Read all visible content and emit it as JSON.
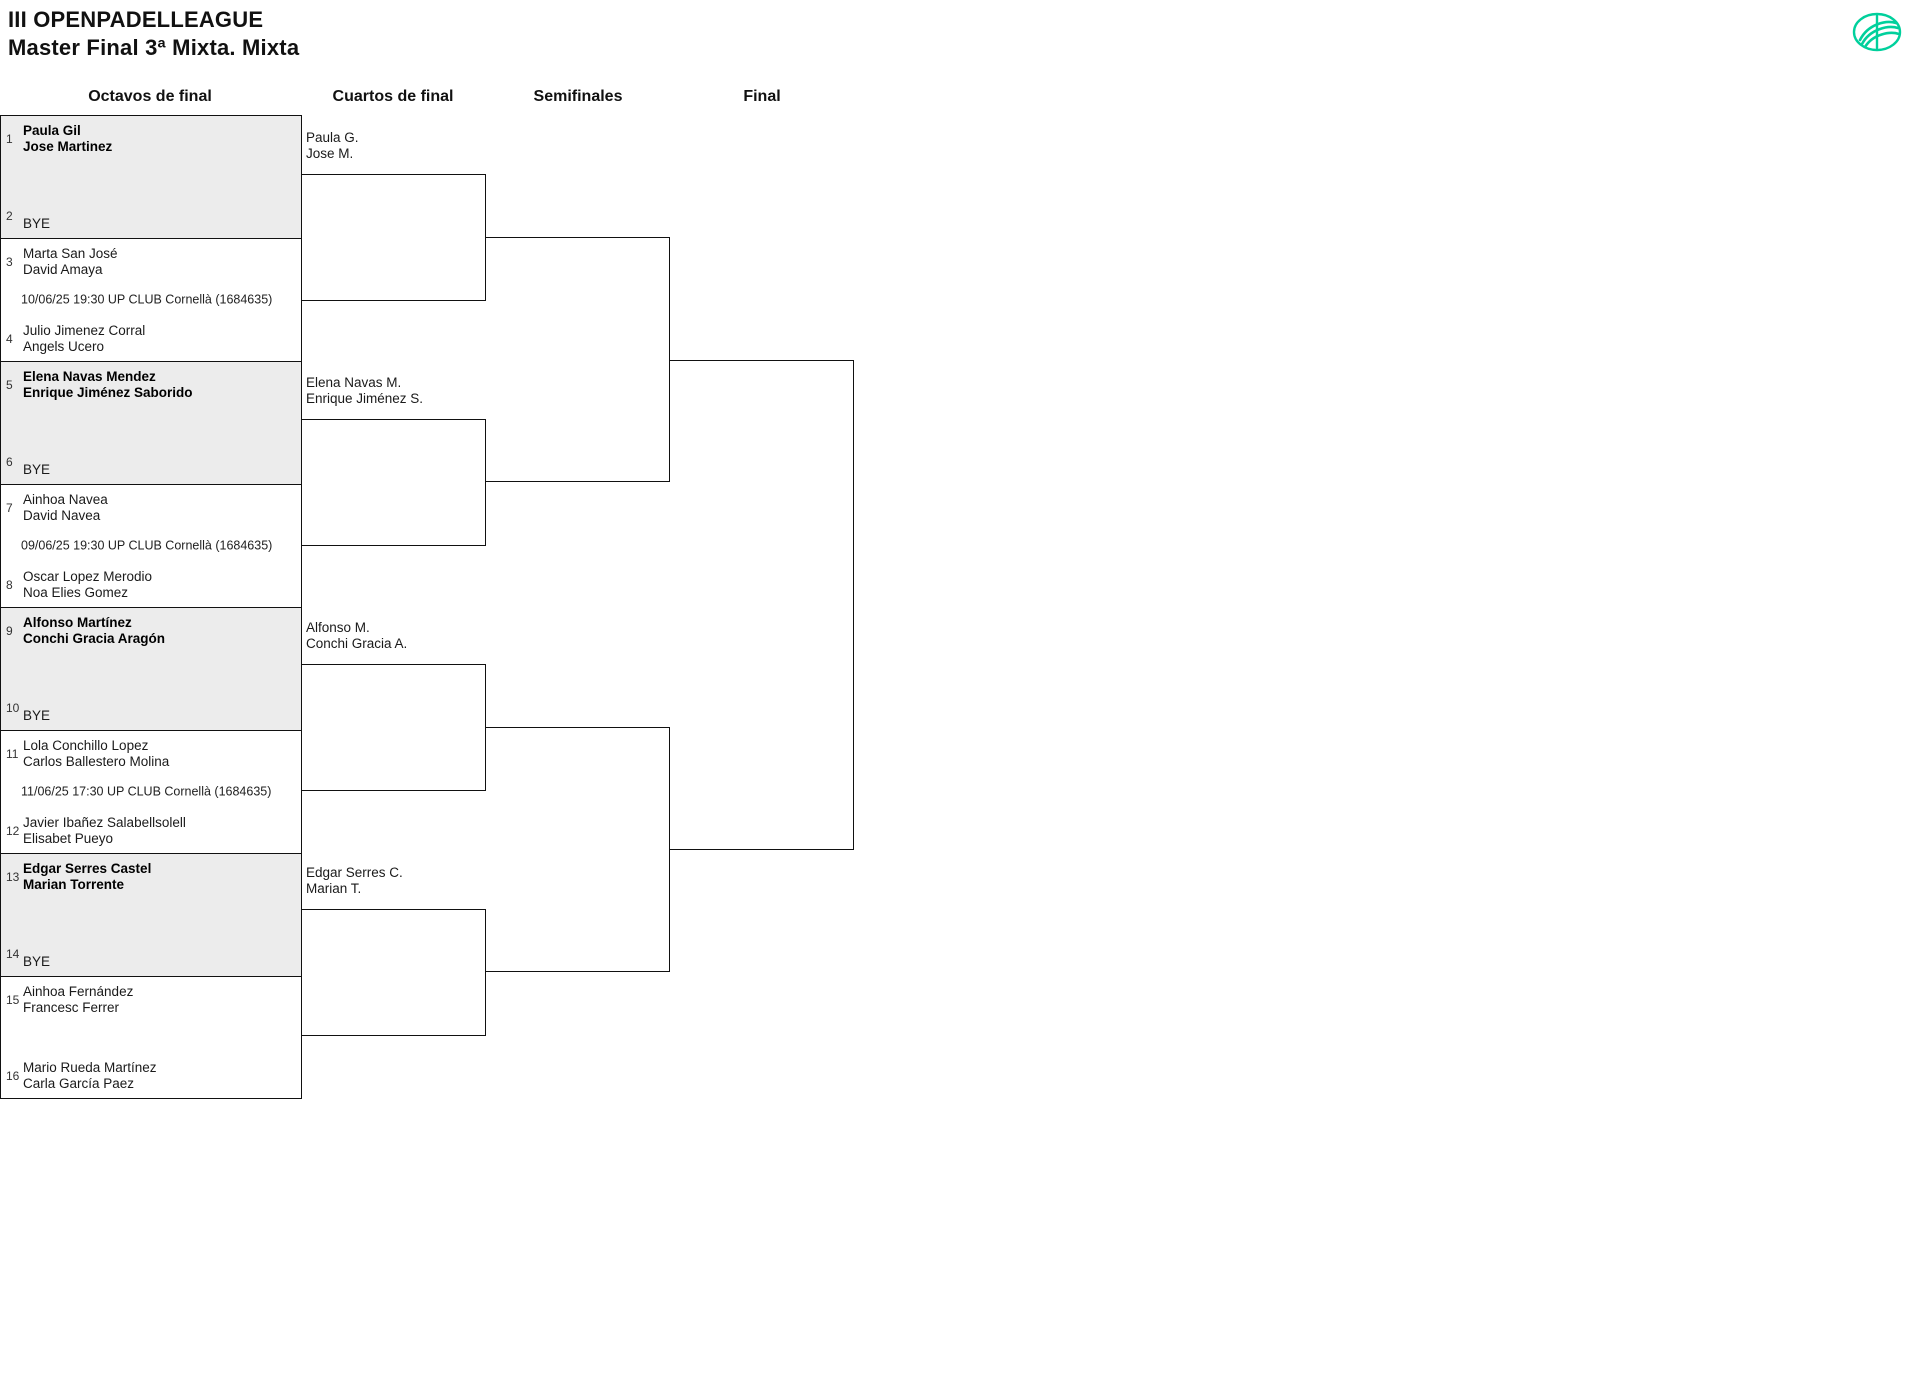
{
  "header": {
    "tournament": "III OPENPADELLEAGUE",
    "category": "Master Final 3ª Mixta. Mixta",
    "logo_icon": "openpadelleague-logo-icon"
  },
  "rounds": [
    {
      "label": "Octavos de final"
    },
    {
      "label": "Cuartos de final"
    },
    {
      "label": "Semifinales"
    },
    {
      "label": "Final"
    }
  ],
  "bye_label": "BYE",
  "round1": [
    {
      "shaded": true,
      "winner": "top",
      "top": {
        "seed": "1",
        "p1": "Paula Gil",
        "p2": "Jose Martinez",
        "bold": true
      },
      "bottom": {
        "seed": "2",
        "bye": true
      },
      "meta": ""
    },
    {
      "shaded": false,
      "winner": "none",
      "top": {
        "seed": "3",
        "p1": "Marta San José",
        "p2": "David Amaya",
        "bold": false
      },
      "bottom": {
        "seed": "4",
        "p1": "Julio Jimenez Corral",
        "p2": "Angels Ucero",
        "bold": false
      },
      "meta": "10/06/25 19:30 UP CLUB Cornellà (1684635)"
    },
    {
      "shaded": true,
      "winner": "top",
      "top": {
        "seed": "5",
        "p1": "Elena Navas Mendez",
        "p2": "Enrique Jiménez Saborido",
        "bold": true
      },
      "bottom": {
        "seed": "6",
        "bye": true
      },
      "meta": ""
    },
    {
      "shaded": false,
      "winner": "none",
      "top": {
        "seed": "7",
        "p1": "Ainhoa Navea",
        "p2": "David Navea",
        "bold": false
      },
      "bottom": {
        "seed": "8",
        "p1": "Oscar Lopez Merodio",
        "p2": "Noa Elies Gomez",
        "bold": false
      },
      "meta": "09/06/25 19:30 UP CLUB Cornellà (1684635)"
    },
    {
      "shaded": true,
      "winner": "top",
      "top": {
        "seed": "9",
        "p1": "Alfonso Martínez",
        "p2": "Conchi Gracia Aragón",
        "bold": true
      },
      "bottom": {
        "seed": "10",
        "bye": true
      },
      "meta": ""
    },
    {
      "shaded": false,
      "winner": "none",
      "top": {
        "seed": "11",
        "p1": "Lola Conchillo Lopez",
        "p2": "Carlos Ballestero Molina",
        "bold": false
      },
      "bottom": {
        "seed": "12",
        "p1": "Javier Ibañez Salabellsolell",
        "p2": "Elisabet Pueyo",
        "bold": false
      },
      "meta": "11/06/25 17:30 UP CLUB Cornellà (1684635)"
    },
    {
      "shaded": true,
      "winner": "top",
      "top": {
        "seed": "13",
        "p1": "Edgar Serres Castel",
        "p2": "Marian Torrente",
        "bold": true
      },
      "bottom": {
        "seed": "14",
        "bye": true
      },
      "meta": ""
    },
    {
      "shaded": false,
      "winner": "none",
      "top": {
        "seed": "15",
        "p1": "Ainhoa Fernández",
        "p2": "Francesc Ferrer",
        "bold": false
      },
      "bottom": {
        "seed": "16",
        "p1": "Mario Rueda Martínez",
        "p2": "Carla García Paez",
        "bold": false
      },
      "meta": ""
    }
  ],
  "round2": [
    {
      "p1": "Paula G.",
      "p2": "Jose M."
    },
    {
      "p1": "Elena Navas M.",
      "p2": "Enrique Jiménez S."
    },
    {
      "p1": "Alfonso M.",
      "p2": "Conchi Gracia A."
    },
    {
      "p1": "Edgar Serres C.",
      "p2": "Marian T."
    }
  ],
  "round3": [
    {
      "p1": "",
      "p2": ""
    },
    {
      "p1": "",
      "p2": ""
    }
  ],
  "round4": [
    {
      "p1": "",
      "p2": ""
    }
  ],
  "colors": {
    "shade": "#ececec",
    "line": "#111111",
    "text": "#1a1a1a",
    "logo_accent": "#00d09c"
  }
}
